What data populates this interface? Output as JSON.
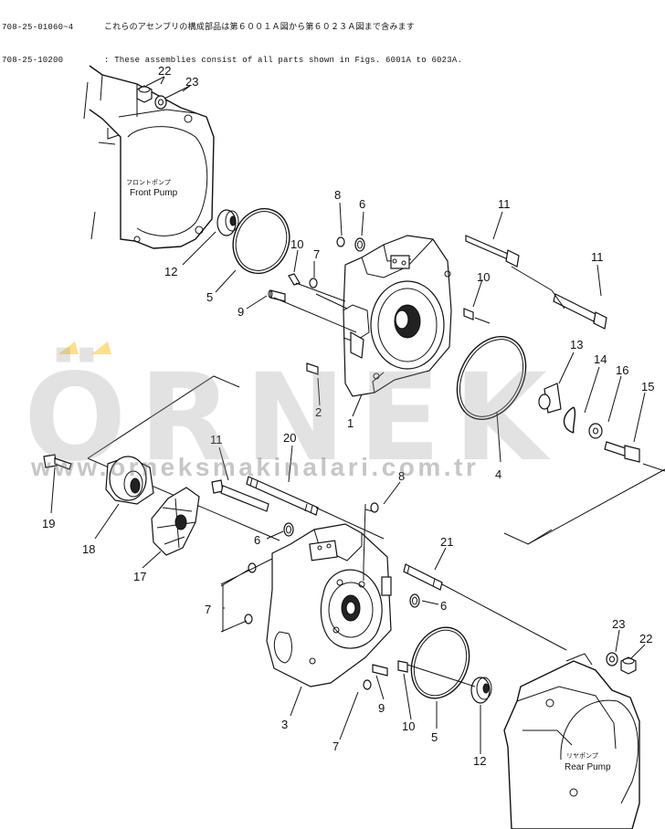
{
  "header": {
    "line1_part": "708-25-01060~4",
    "line1_text": "これらのアセンブリの構成部品は第６００１Ａ図から第６０２３Ａ図まで含みます",
    "line2_part": "708-25-10200",
    "line2_text": ": These assemblies consist of all parts shown in Figs. 6001A to 6023A."
  },
  "labels": {
    "front_pump_jp": "フロントポンプ",
    "front_pump_en": "Front Pump",
    "rear_pump_jp": "リヤポンプ",
    "rear_pump_en": "Rear Pump"
  },
  "callouts": {
    "c22a": "22",
    "c23a": "23",
    "c8a": "8",
    "c6a": "6",
    "c11a": "11",
    "c11b": "11",
    "c10a": "10",
    "c7a": "7",
    "c12a": "12",
    "c5a": "5",
    "c9a": "9",
    "c10b": "10",
    "c13": "13",
    "c14": "14",
    "c16": "16",
    "c15": "15",
    "c2": "2",
    "c1": "1",
    "c4": "4",
    "c19": "19",
    "c18": "18",
    "c11c": "11",
    "c20": "20",
    "c8b": "8",
    "c6b": "6",
    "c17": "17",
    "c21": "21",
    "c7b": "7",
    "c6c": "6",
    "c3": "3",
    "c9b": "9",
    "c7c": "7",
    "c10c": "10",
    "c5b": "5",
    "c12b": "12",
    "c23b": "23",
    "c22b": "22"
  },
  "watermark": {
    "brand": "ÖRNEK",
    "url": "www.orneksmakinalari.com.tr"
  }
}
